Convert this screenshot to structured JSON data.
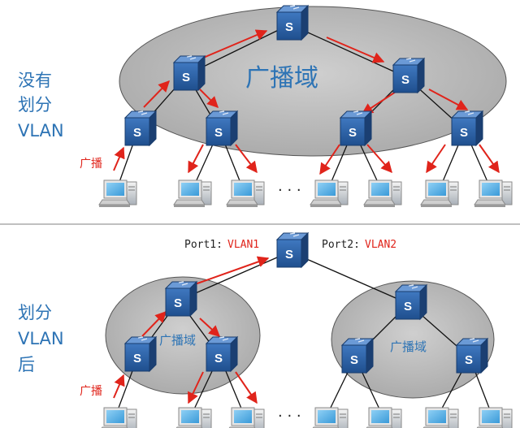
{
  "top_section": {
    "label_lines": [
      "没有",
      "划分",
      "VLAN"
    ],
    "domain_label": "广播域",
    "broadcast_label": "广播",
    "ellipsis": "· · ·"
  },
  "bottom_section": {
    "label_lines": [
      "划分",
      "VLAN",
      "后"
    ],
    "left_domain_label": "广播域",
    "right_domain_label": "广播域",
    "broadcast_label": "广播",
    "ellipsis": "· · ·",
    "port1": {
      "key": "Port1:",
      "value": "VLAN1"
    },
    "port2": {
      "key": "Port2:",
      "value": "VLAN2"
    }
  },
  "switch_glyph": "S",
  "colors": {
    "label_blue": "#2e74b5",
    "arrow_red": "#e0241b",
    "domain_fill": "#bdbdbd",
    "switch_blue": "#2b5f9e"
  }
}
